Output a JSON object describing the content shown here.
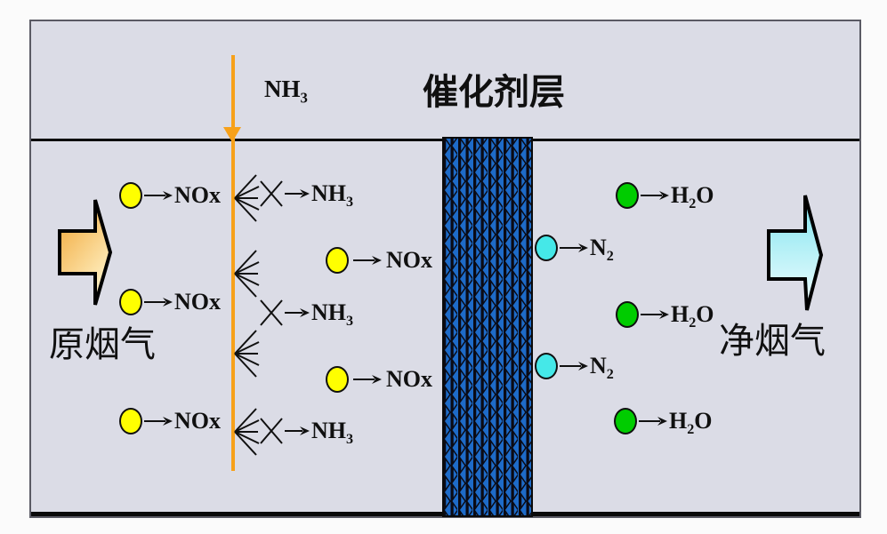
{
  "labels": {
    "nh3_injection": {
      "pre": "NH",
      "sub": "3"
    },
    "catalyst_layer": "催化剂层",
    "raw_flue_gas": "原烟气",
    "clean_flue_gas": "净烟气"
  },
  "molecules": {
    "nox": "NOx",
    "nh3": {
      "pre": "NH",
      "sub": "3"
    },
    "n2": {
      "pre": "N",
      "sub": "2"
    },
    "h2o": {
      "pre": "H",
      "sub": "2",
      "post": "O"
    }
  },
  "colors": {
    "panel_background": "#dbdce6",
    "panel_border": "#5a5a64",
    "duct_wall": "#0a0a0a",
    "injection_line": "#f7a11a",
    "nox_marker": "#ffff00",
    "n2_marker": "#45e8e8",
    "h2o_marker": "#00cc00",
    "catalyst_fill": "#1e6bc8",
    "raw_gas_arrow_gradient": [
      "#f0a22e",
      "#fff2c6"
    ],
    "clean_gas_arrow_gradient": [
      "#7fe4ef",
      "#f3feff"
    ]
  }
}
